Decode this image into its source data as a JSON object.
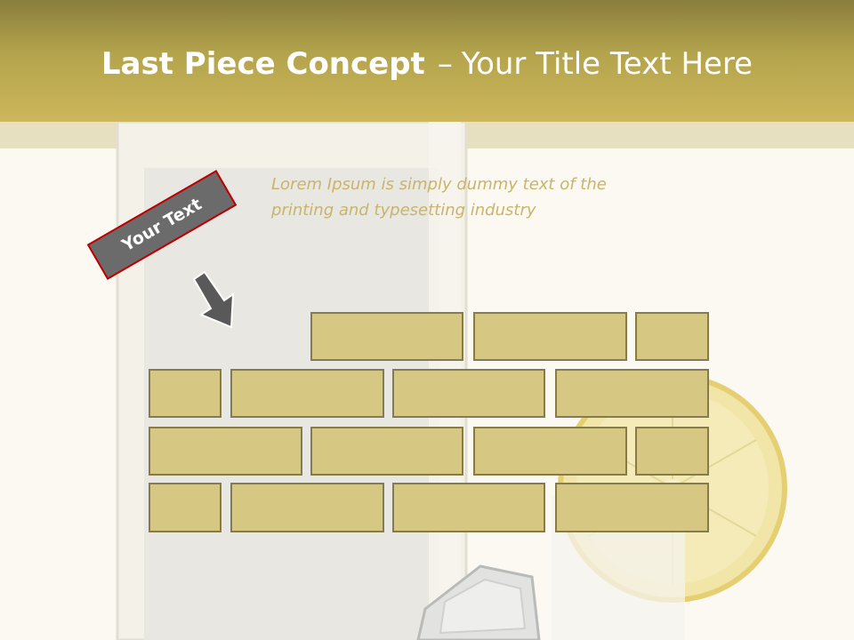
{
  "header": {
    "title_bold": "Last Piece Concept",
    "title_separator": "–",
    "title_rest": "Your Title Text Here"
  },
  "body_text": {
    "line1": "Lorem Ipsum is simply dummy text of the",
    "line2": "printing and typesetting industry"
  },
  "tag": {
    "label": "Your Text"
  },
  "colors": {
    "header": "#b4a44c",
    "brick_fill": "#d6c782",
    "brick_border": "#857b4c",
    "tag_fill": "#6b6b6b",
    "tag_border": "#c00000",
    "body_text": "#c9b46a"
  },
  "icons": [
    "down-right-arrow-icon",
    "lemon-slice-image",
    "ice-cube-image",
    "glass-image"
  ]
}
